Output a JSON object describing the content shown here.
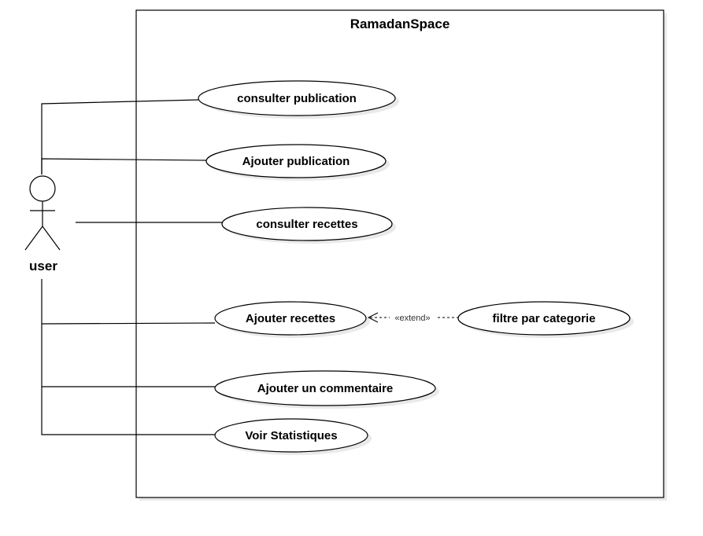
{
  "system": {
    "title": "RamadanSpace"
  },
  "actor": {
    "label": "user"
  },
  "use_cases": {
    "consulter_publication": "consulter publication",
    "ajouter_publication": "Ajouter publication",
    "consulter_recettes": "consulter recettes",
    "ajouter_recettes": "Ajouter recettes",
    "filtre_par_categorie": "filtre par categorie",
    "ajouter_commentaire": "Ajouter un commentaire",
    "voir_statistiques": "Voir Statistiques"
  },
  "relations": {
    "extend_label": "«extend»"
  }
}
